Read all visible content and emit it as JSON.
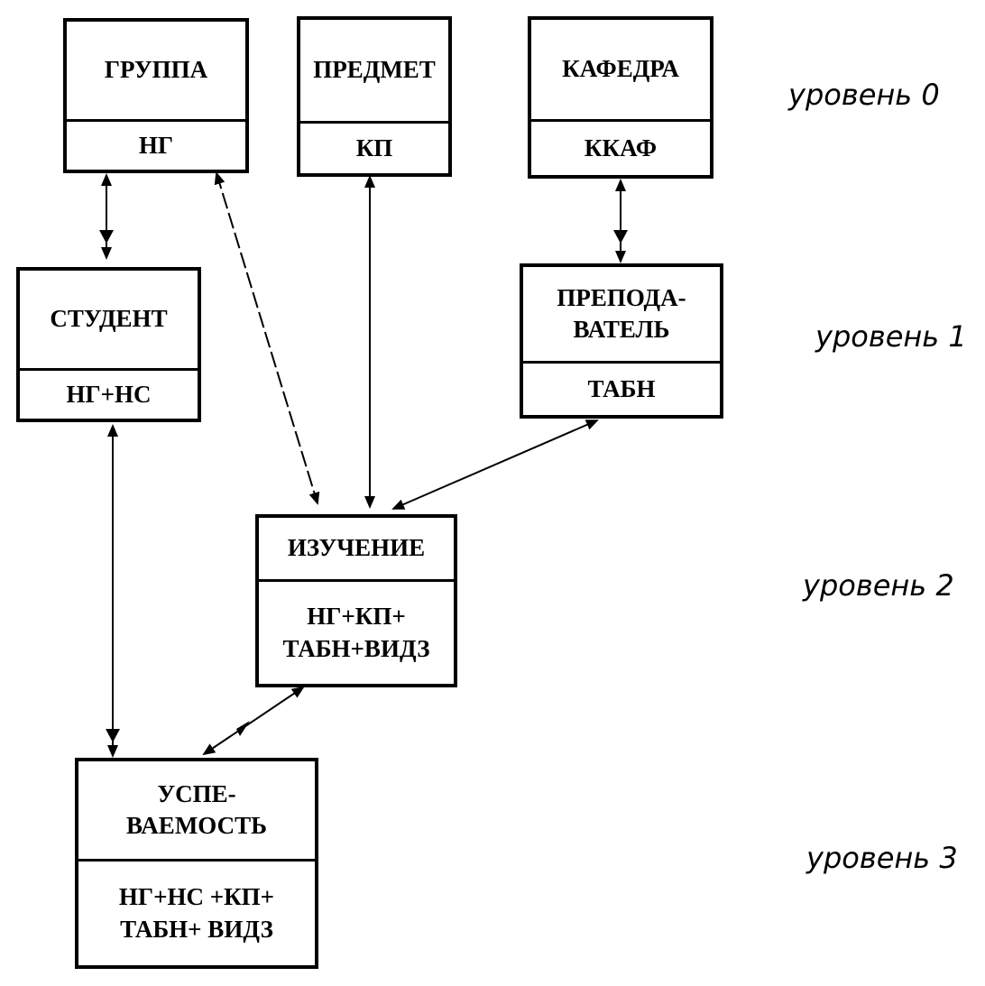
{
  "entities": {
    "gruppa": {
      "name": "ГРУППА",
      "key": "НГ"
    },
    "predmet": {
      "name": "ПРЕДМЕТ",
      "key": "КП"
    },
    "kafedra": {
      "name": "КАФЕДРА",
      "key": "ККАФ"
    },
    "student": {
      "name": "СТУДЕНТ",
      "key": "НГ+НС"
    },
    "prepodavatel": {
      "name": "ПРЕПОДА-\nВАТЕЛЬ",
      "key": "ТАБН"
    },
    "izuchenie": {
      "name": "ИЗУЧЕНИЕ",
      "key": "НГ+КП+\nТАБН+ВИДЗ"
    },
    "uspevaemost": {
      "name": "УСПЕ-\nВАЕМОСТЬ",
      "key": "НГ+НС +КП+\nТАБН+ ВИДЗ"
    }
  },
  "levels": {
    "level0": "уровень 0",
    "level1": "уровень 1",
    "level2": "уровень 2",
    "level3": "уровень 3"
  }
}
